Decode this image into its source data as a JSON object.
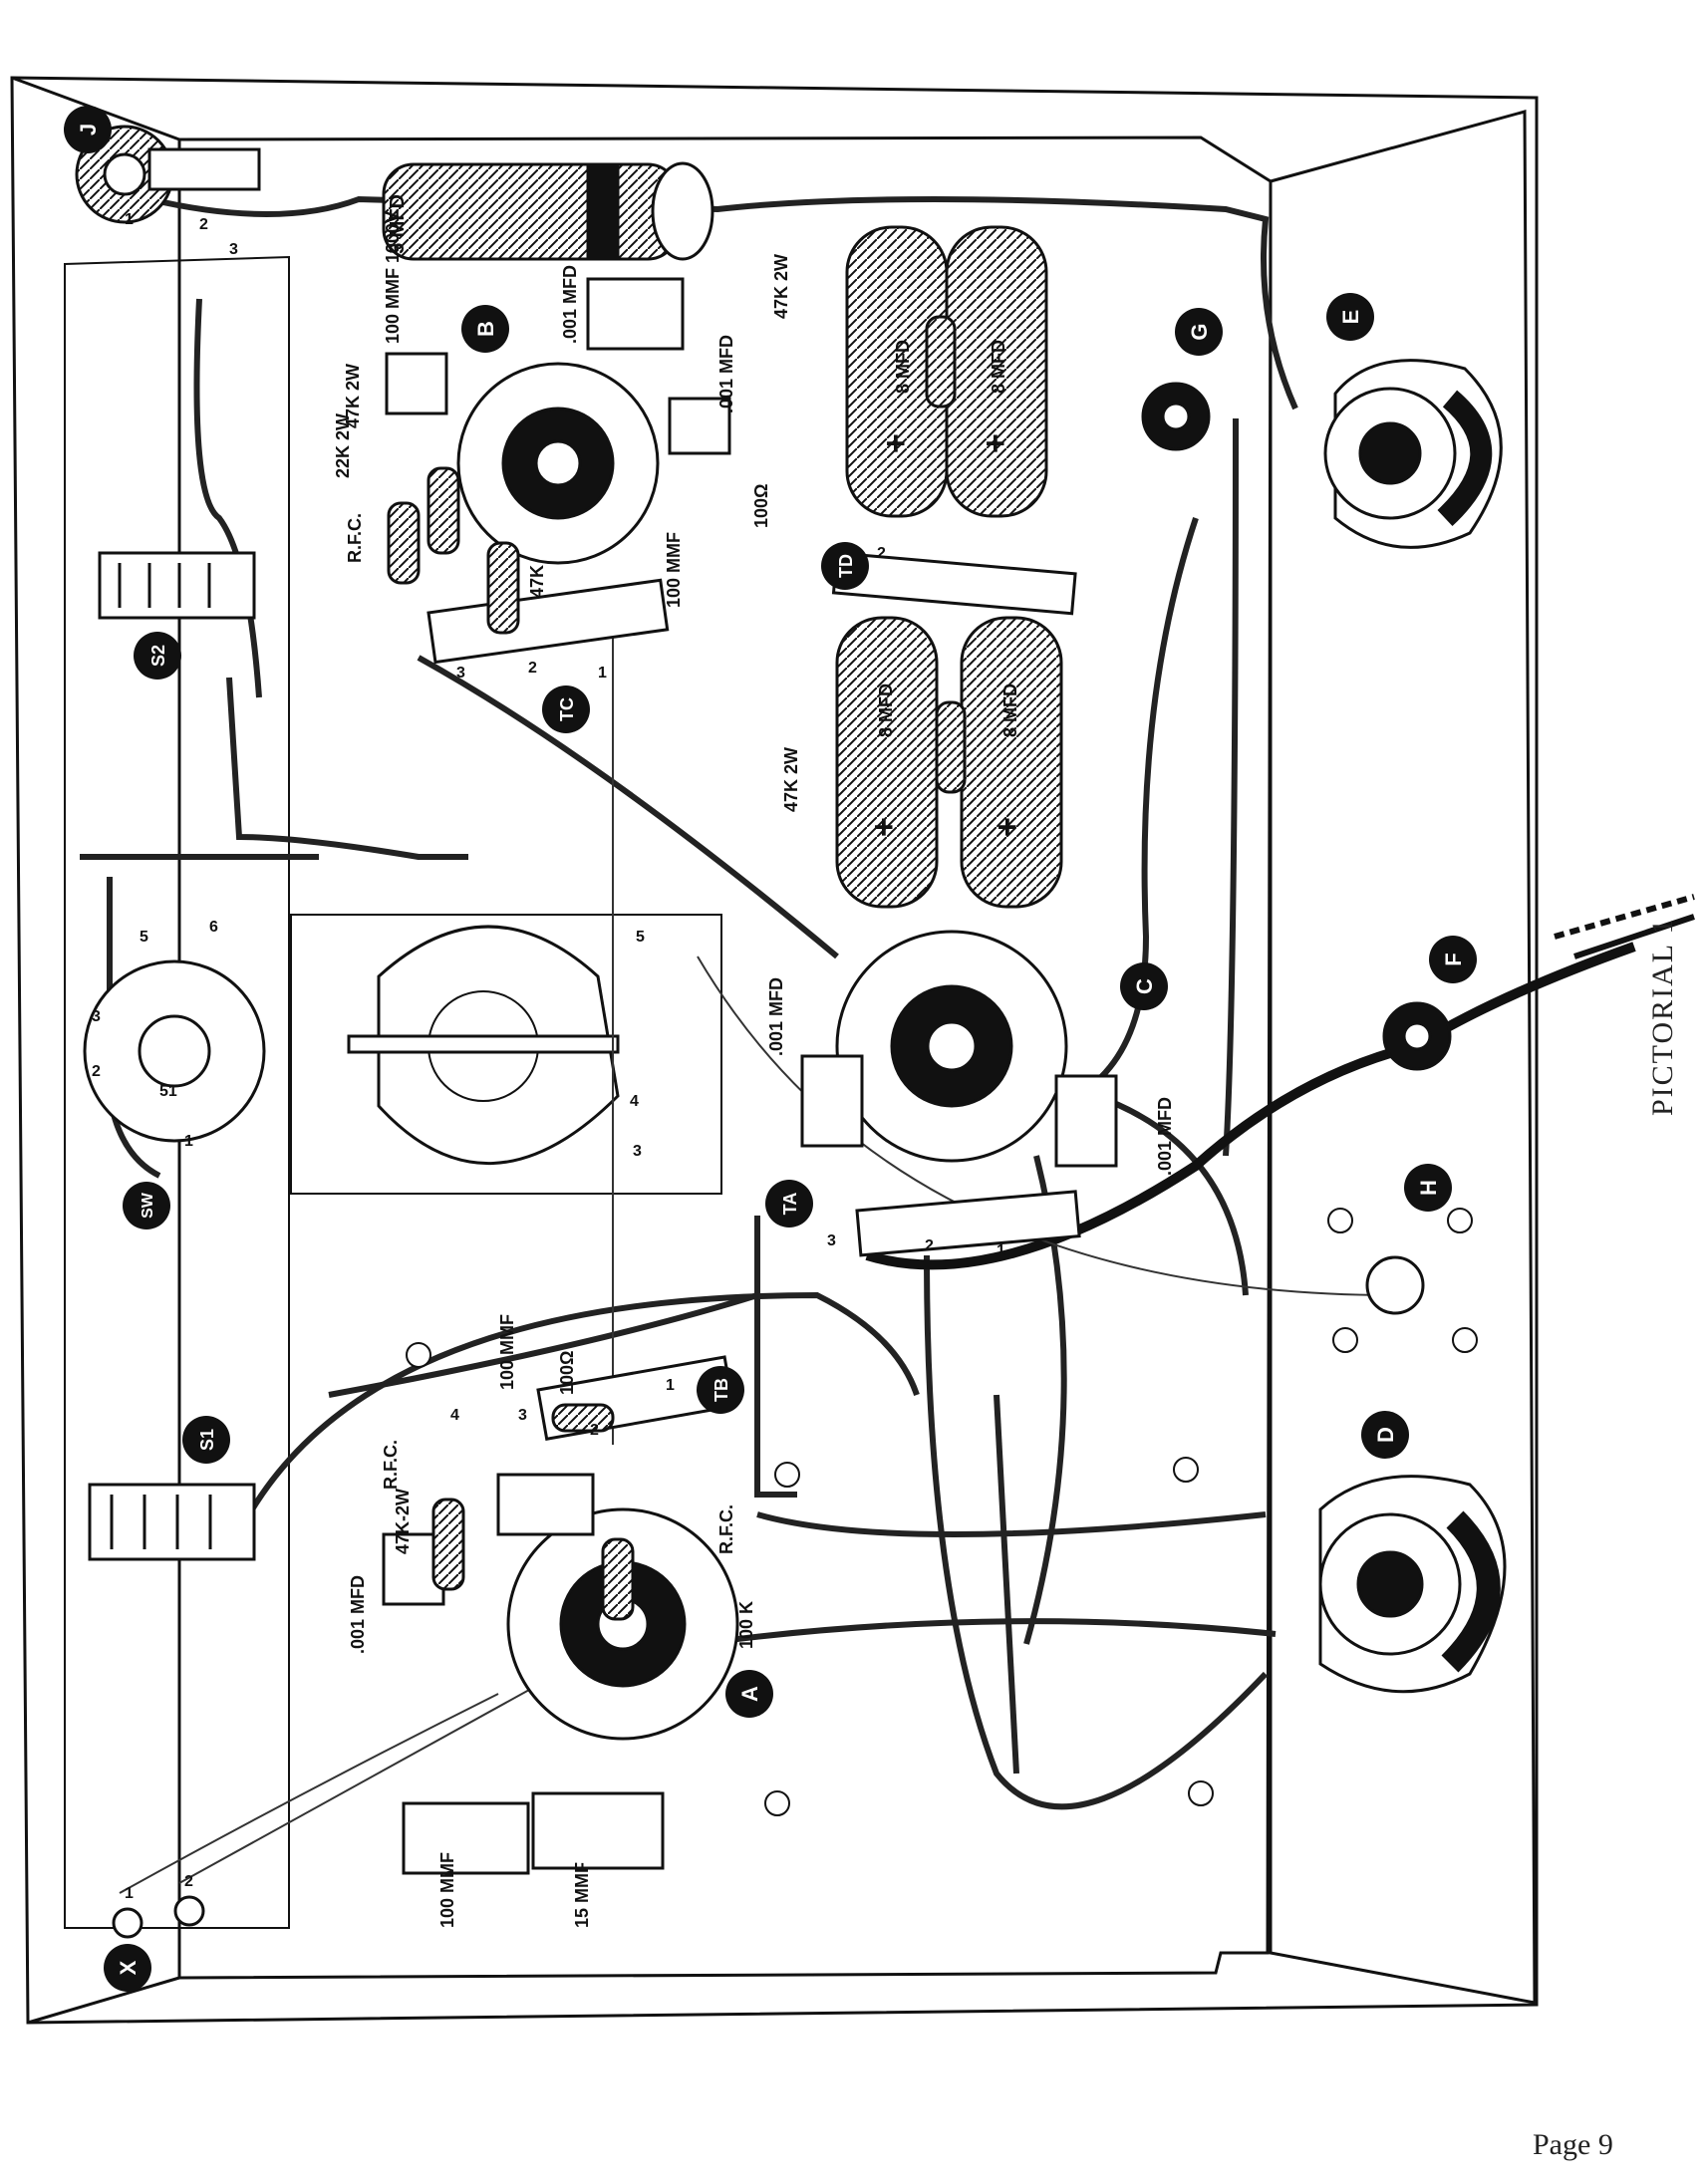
{
  "title": "PICTORIAL 1",
  "page_label": "Page 9",
  "markers": {
    "J": "J",
    "B": "B",
    "G": "G",
    "E": "E",
    "TD": "TD",
    "S2": "S2",
    "TC": "TC",
    "C": "C",
    "F": "F",
    "H": "H",
    "SW": "SW",
    "TA": "TA",
    "S1": "S1",
    "TB": "TB",
    "D": "D",
    "A": "A",
    "X": "X"
  },
  "labels": {
    "cap_5mfd": "5 MFD",
    "cap_100mmf_1000v": "100 MMF 1000V",
    "cap_001mfd_b": ".001 MFD",
    "cap_001mfd_b2": ".001 MFD",
    "res_47k_2w_b": "47K 2W",
    "res_22k_2w": "22K 2W",
    "rfc_b": "R.F.C.",
    "res_47k_b2": "47K",
    "cap_100mmf_b": "100 MMF",
    "res_100ohm_b": "100Ω",
    "res_47k_2w_top": "47K 2W",
    "cap_8mfd_1": "8 MFD",
    "cap_8mfd_2": "8 MFD",
    "cap_8mfd_3": "8 MFD",
    "cap_8mfd_4": "8 MFD",
    "res_47k_2w_mid": "47K 2W",
    "cap_001mfd_c1": ".001 MFD",
    "cap_001mfd_c2": ".001 MFD",
    "cap_100mmf_tb": "100 MMF",
    "res_100ohm_tb": "100Ω",
    "res_47k_2w_a": "47K-2W",
    "rfc_a1": "R.F.C.",
    "rfc_a2": "R.F.C.",
    "cap_001mfd_a": ".001 MFD",
    "res_100k": "100 K",
    "cap_100mmf_a": "100 MMF",
    "cap_15mmf": "15 MMF",
    "pin_j1": "1",
    "pin_j2": "2",
    "pin_j3": "3",
    "pin_tc1": "1",
    "pin_tc2": "2",
    "pin_tc3": "3",
    "pin_td2": "2",
    "pin_sw1": "1",
    "pin_sw2": "2",
    "pin_sw3": "3",
    "pin_sw5": "5",
    "pin_sw6": "6",
    "pin_sw51": "51",
    "pin_t5": "5",
    "pin_t4": "4",
    "pin_t3": "3",
    "pin_ta1": "1",
    "pin_ta2": "2",
    "pin_ta3": "3",
    "pin_tb1": "1",
    "pin_tb2": "2",
    "pin_tb3": "3",
    "pin_tb4": "4",
    "pin_x1": "1",
    "pin_x2": "2",
    "plus": "+"
  }
}
